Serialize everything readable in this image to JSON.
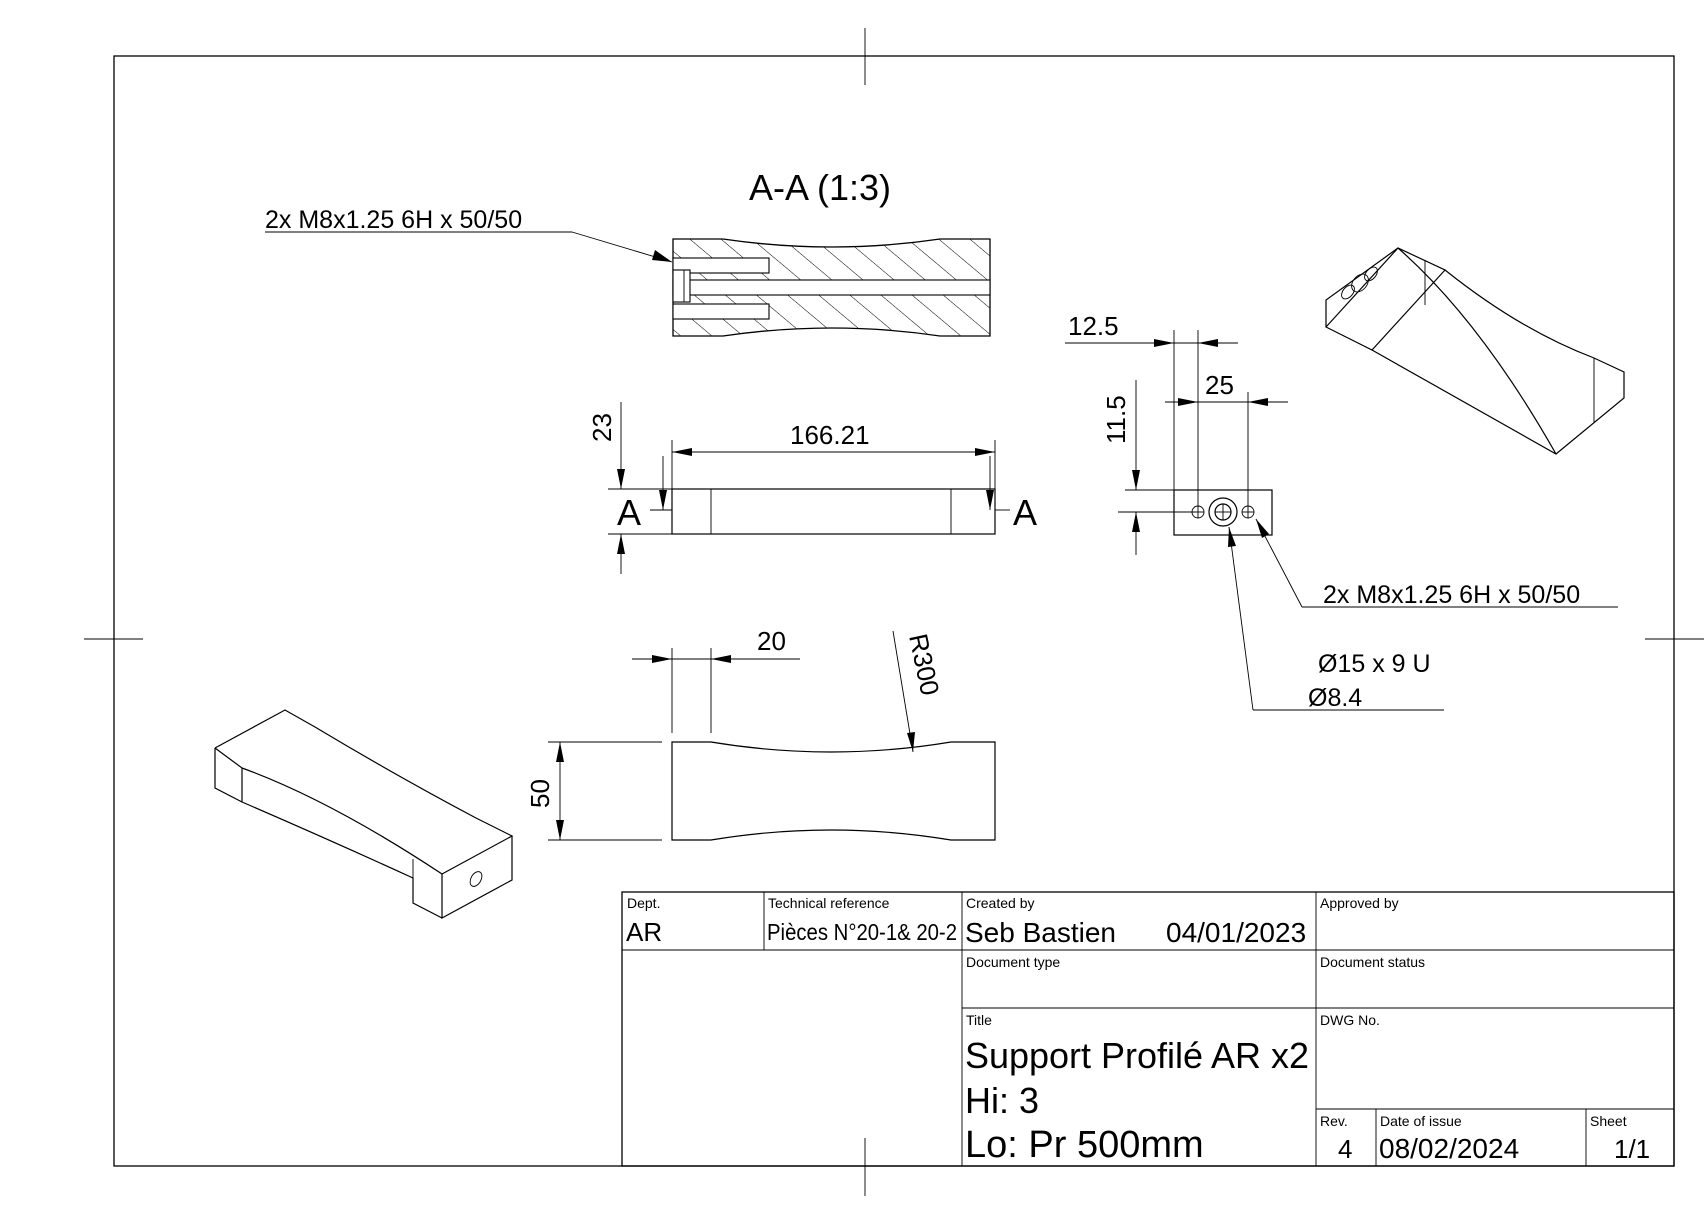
{
  "section": {
    "label": "A-A (1:3)",
    "thread_callout": "2x M8x1.25 6H x 50/50"
  },
  "side_view": {
    "length": "166.21",
    "height": "23",
    "section_mark_left": "A",
    "section_mark_right": "A"
  },
  "end_view": {
    "dim_12_5": "12.5",
    "dim_25": "25",
    "dim_11_5": "11.5",
    "thread_callout": "2x M8x1.25 6H x 50/50",
    "counterbore": "Ø15 x 9 U",
    "hole": "Ø8.4"
  },
  "top_view": {
    "dim_20": "20",
    "radius": "R300",
    "width": "50"
  },
  "title_block": {
    "dept_label": "Dept.",
    "dept_value": "AR",
    "techref_label": "Technical reference",
    "techref_value": "Pièces N°20-1& 20-2",
    "created_label": "Created by",
    "created_value": "Seb Bastien",
    "created_date": "04/01/2023",
    "approved_label": "Approved by",
    "doctype_label": "Document type",
    "docstatus_label": "Document status",
    "title_label": "Title",
    "title_line1": "Support Profilé AR x2",
    "title_line2": "Hi: 3",
    "title_line3": "Lo: Pr 500mm",
    "dwg_label": "DWG No.",
    "rev_label": "Rev.",
    "rev_value": "4",
    "issue_label": "Date of issue",
    "issue_value": "08/02/2024",
    "sheet_label": "Sheet",
    "sheet_value": "1/1"
  }
}
